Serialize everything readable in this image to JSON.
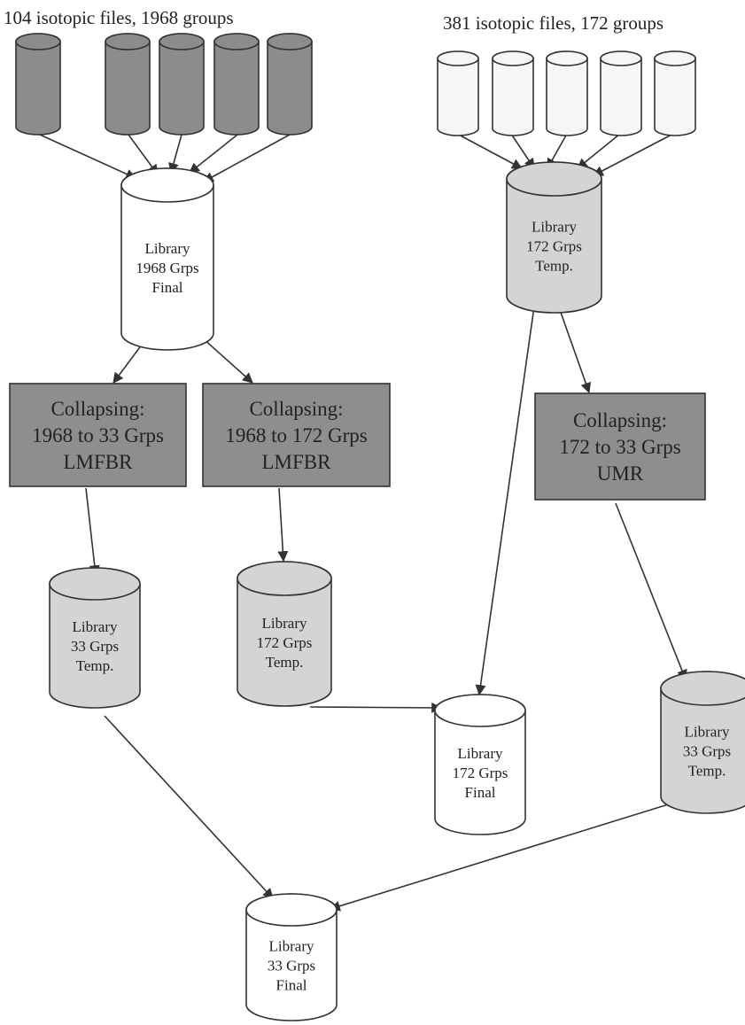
{
  "headers": {
    "left": "104 isotopic files, 1968 groups",
    "right": "381 isotopic files, 172 groups"
  },
  "colors": {
    "dark_file": "#8c8c8c",
    "light_file": "#f6f6f6",
    "temp_library": "#d4d4d4",
    "final_library": "#ffffff",
    "process_box": "#8e8e8e",
    "line": "#333333"
  },
  "libraries": {
    "lib_1968_final": [
      "Library",
      "1968 Grps",
      "Final"
    ],
    "lib_172_temp_top": [
      "Library",
      "172 Grps",
      "Temp."
    ],
    "lib_33_temp_left": [
      "Library",
      "33 Grps",
      "Temp."
    ],
    "lib_172_temp_mid": [
      "Library",
      "172 Grps",
      "Temp."
    ],
    "lib_172_final": [
      "Library",
      "172 Grps",
      "Final"
    ],
    "lib_33_temp_right": [
      "Library",
      "33 Grps",
      "Temp."
    ],
    "lib_33_final": [
      "Library",
      "33 Grps",
      "Final"
    ]
  },
  "processes": {
    "collapse_1968_33": [
      "Collapsing:",
      "1968 to 33 Grps",
      "LMFBR"
    ],
    "collapse_1968_172": [
      "Collapsing:",
      "1968 to 172 Grps",
      "LMFBR"
    ],
    "collapse_172_33": [
      "Collapsing:",
      "172 to 33 Grps",
      "UMR"
    ]
  }
}
